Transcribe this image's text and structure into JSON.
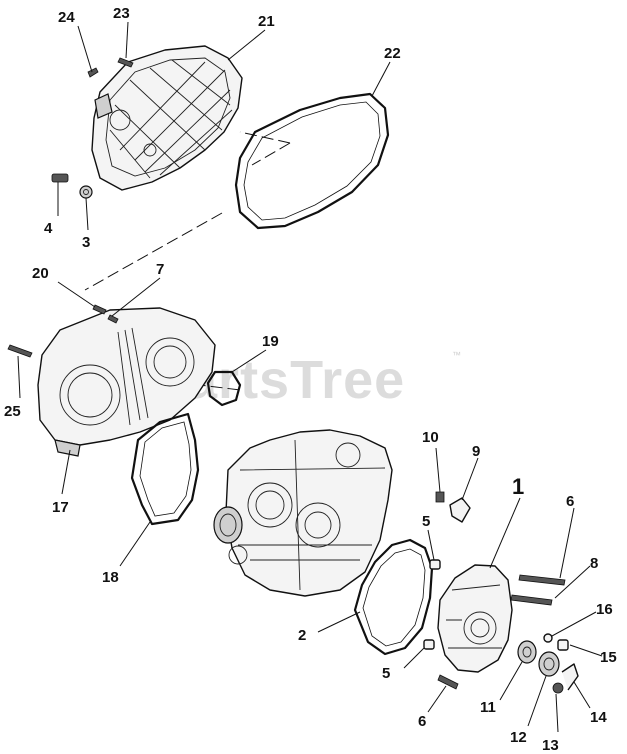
{
  "watermark": {
    "text": "PartsTree",
    "trademark": "™"
  },
  "callouts": {
    "c1": "1",
    "c2": "2",
    "c3": "3",
    "c4": "4",
    "c5a": "5",
    "c5b": "5",
    "c6a": "6",
    "c6b": "6",
    "c7": "7",
    "c8": "8",
    "c9": "9",
    "c10": "10",
    "c11": "11",
    "c12": "12",
    "c13": "13",
    "c14": "14",
    "c15": "15",
    "c16": "16",
    "c17": "17",
    "c18": "18",
    "c19": "19",
    "c20": "20",
    "c21": "21",
    "c22": "22",
    "c23": "23",
    "c24": "24",
    "c25": "25"
  }
}
